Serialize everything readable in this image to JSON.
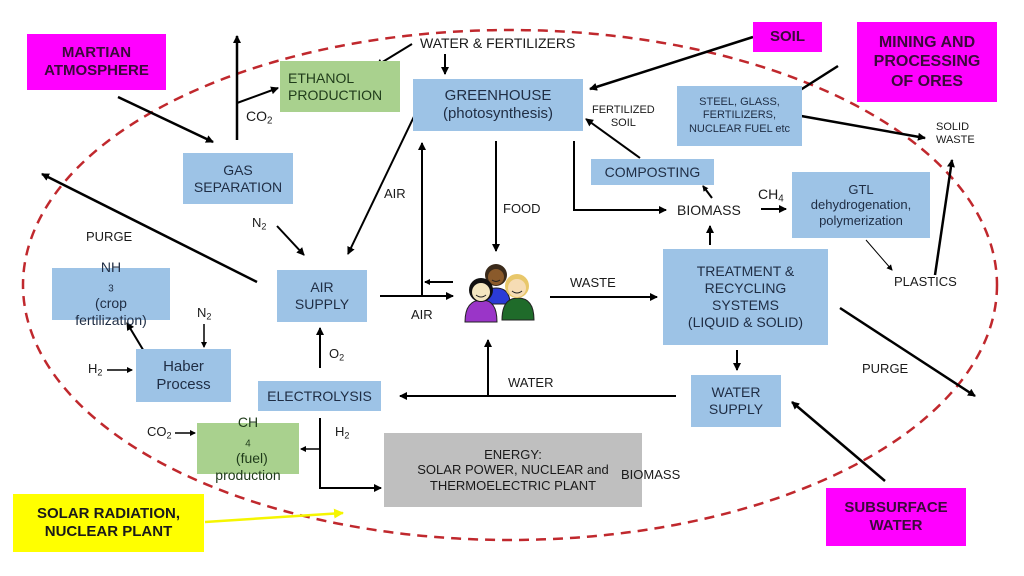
{
  "colors": {
    "process_box": "#9dc3e6",
    "production_box": "#a9d18e",
    "energy_box": "#bfbfbf",
    "external_source": "#ff00ff",
    "energy_source": "#ffff00",
    "boundary": "#c0282d",
    "arrow": "#000000"
  },
  "external_sources": {
    "martian_atmosphere": [
      "MARTIAN",
      "ATMOSPHERE"
    ],
    "soil": [
      "SOIL"
    ],
    "mining": [
      "MINING AND",
      "PROCESSING",
      "OF ORES"
    ],
    "subsurface_water": [
      "SUBSURFACE",
      "WATER"
    ],
    "solar_nuclear": [
      "SOLAR RADIATION,",
      "NUCLEAR PLANT"
    ]
  },
  "process_boxes": {
    "greenhouse": [
      "GREENHOUSE",
      "(photosynthesis)"
    ],
    "gas_separation": [
      "GAS",
      "SEPARATION"
    ],
    "steel_glass": [
      "STEEL, GLASS,",
      "FERTILIZERS,",
      "NUCLEAR FUEL etc"
    ],
    "composting": [
      "COMPOSTING"
    ],
    "gtl": [
      "GTL",
      "dehydrogenation,",
      "polymerization"
    ],
    "air_supply": [
      "AIR",
      "SUPPLY"
    ],
    "nh3": {
      "line1_main": "NH",
      "line1_sub": "3",
      "line1_rest": " (crop",
      "line2": "fertilization)"
    },
    "haber": [
      "Haber",
      "Process"
    ],
    "electrolysis": [
      "ELECTROLYSIS"
    ],
    "treatment": [
      "TREATMENT &",
      "RECYCLING",
      "SYSTEMS",
      "(LIQUID & SOLID)"
    ],
    "water_supply": [
      "WATER",
      "SUPPLY"
    ]
  },
  "production_boxes": {
    "ethanol": [
      "ETHANOL",
      "PRODUCTION"
    ],
    "ch4": {
      "line1_main": "CH",
      "line1_sub": "4",
      "line1_rest": "  (fuel)",
      "line2": "production"
    }
  },
  "energy_box": [
    "ENERGY:",
    "SOLAR POWER, NUCLEAR and",
    "THERMOELECTRIC PLANT"
  ],
  "flow_labels": {
    "water_fertilizers": "WATER & FERTILIZERS",
    "co2_top": {
      "main": "CO",
      "sub": "2"
    },
    "fertilized_soil": [
      "FERTILIZED",
      "SOIL"
    ],
    "solid_waste": [
      "SOLID",
      "WASTE"
    ],
    "ch4_flow": {
      "main": "CH",
      "sub": "4"
    },
    "biomass_top": "BIOMASS",
    "air_left": "AIR",
    "food": "FOOD",
    "purge_left": "PURGE",
    "n2_air": {
      "main": "N",
      "sub": "2"
    },
    "n2_haber": {
      "main": "N",
      "sub": "2"
    },
    "h2_haber": {
      "main": "H",
      "sub": "2"
    },
    "air_bottom": "AIR",
    "waste": "WASTE",
    "plastics": "PLASTICS",
    "o2": {
      "main": "O",
      "sub": "2"
    },
    "water_flow": "WATER",
    "purge_right": "PURGE",
    "co2_bottom": {
      "main": "CO",
      "sub": "2"
    },
    "h2_elec": {
      "main": "H",
      "sub": "2"
    },
    "biomass_bottom": "BIOMASS"
  },
  "icons": {
    "crew": "people-group-icon"
  }
}
